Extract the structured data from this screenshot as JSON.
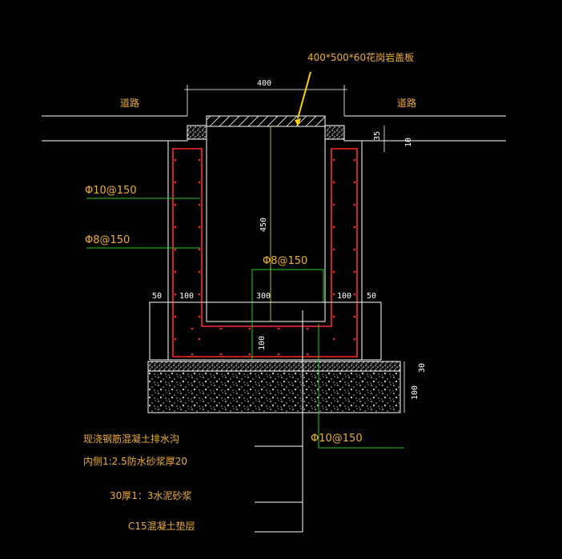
{
  "colors": {
    "background": "#000000",
    "outline": "#ffffff",
    "rebar": "#ff2a2a",
    "leader": "#22cc22",
    "label": "#f0b030",
    "dimension": "#ffffff",
    "arrow": "#ffd200"
  },
  "labels": {
    "cover_plate": "400*500*60花岗岩盖板",
    "road_left": "道路",
    "road_right": "道路",
    "rebar_wall_a": "Φ10@150",
    "rebar_wall_b": "Φ8@150",
    "rebar_inner": "Φ8@150",
    "rebar_bottom": "Φ10@150",
    "note_1": "现浇钢筋混凝土排水沟",
    "note_2": "内侧1:2.5防水砂浆厚20",
    "note_3": "30厚1：3水泥砂浆",
    "note_4": "C15混凝土垫层"
  },
  "dimensions": {
    "top_width": "400",
    "plate_thickness": "35",
    "step_height": "10",
    "inner_depth": "450",
    "left_edge": "50",
    "left_wall": "100",
    "inner_width": "300",
    "right_wall": "100",
    "right_edge": "50",
    "base_thickness": "100",
    "mortar_thickness": "30",
    "cushion_thickness": "100"
  }
}
